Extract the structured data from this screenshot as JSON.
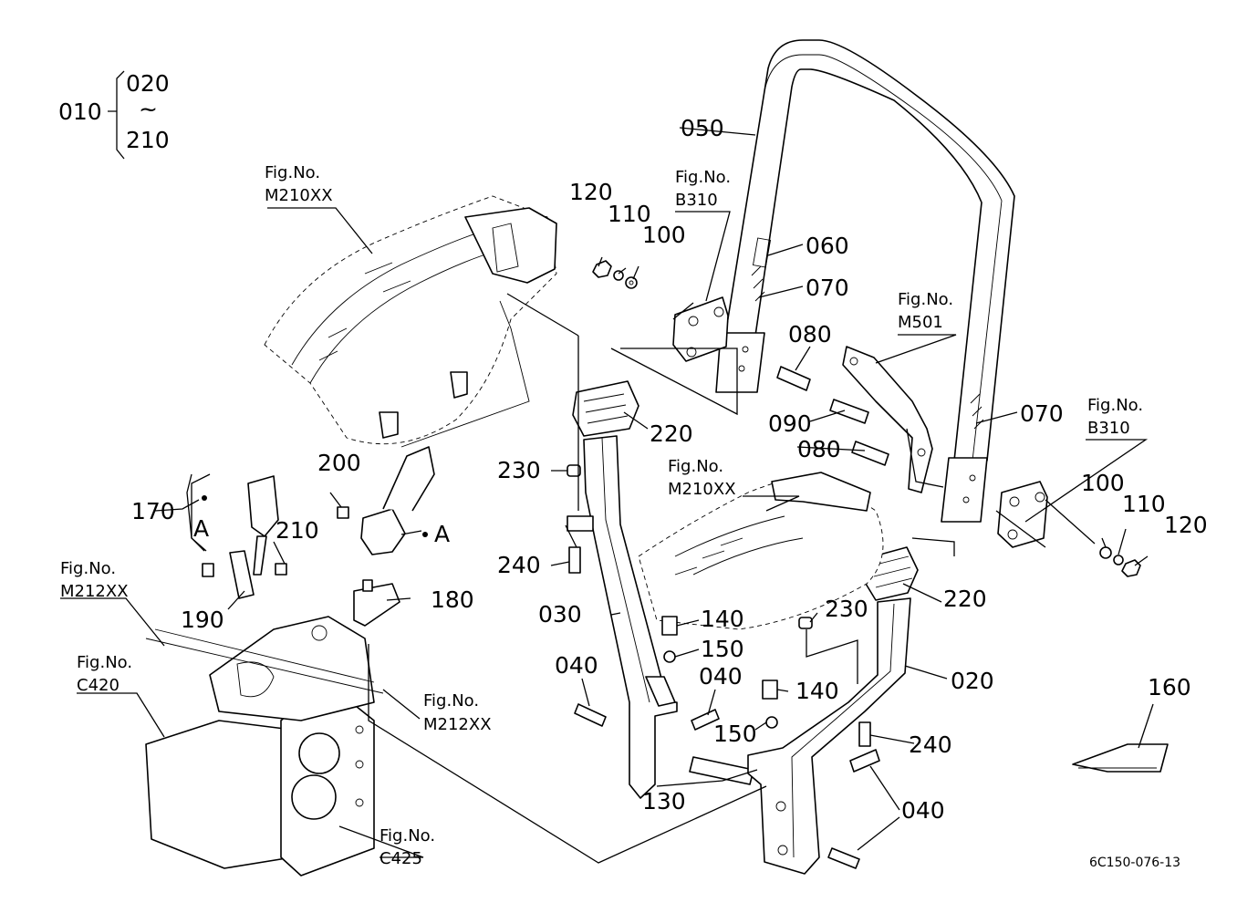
{
  "diagram": {
    "reference_code": "6C150-076-13",
    "assembly": {
      "main_number": "010",
      "range_start": "020",
      "range_tilde": "~",
      "range_end": "210"
    },
    "part_numbers": {
      "p020": "020",
      "p030": "030",
      "p040": "040",
      "p050": "050",
      "p060": "060",
      "p070": "070",
      "p080": "080",
      "p090": "090",
      "p100": "100",
      "p110": "110",
      "p120": "120",
      "p130": "130",
      "p140": "140",
      "p150": "150",
      "p160": "160",
      "p170": "170",
      "p180": "180",
      "p190": "190",
      "p200": "200",
      "p210": "210",
      "p220": "220",
      "p230": "230",
      "p240": "240"
    },
    "detail_marker": "A",
    "figure_reference_label": "Fig.No.",
    "figure_refs": {
      "m210xx": "M210XX",
      "b310": "B310",
      "m501": "M501",
      "m212xx": "M212XX",
      "c420": "C420",
      "c425": "C425"
    }
  }
}
